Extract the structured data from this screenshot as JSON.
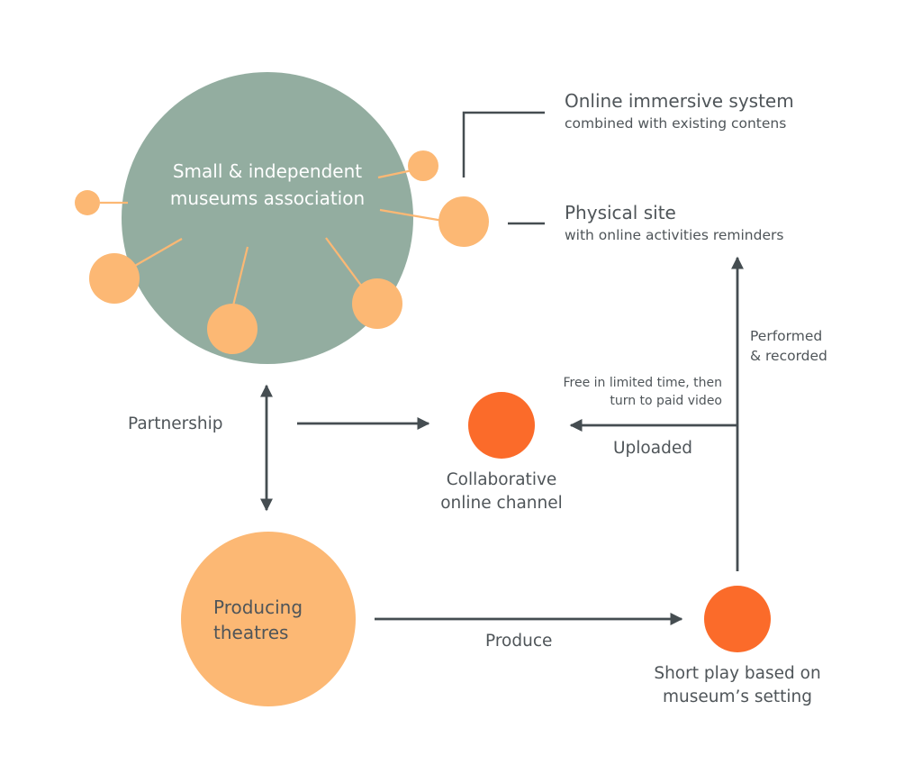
{
  "colors": {
    "text": "#4f5559",
    "white_text": "#ffffff",
    "museum_circle": "#93ada0",
    "light_orange": "#fcb874",
    "dark_orange": "#fb6b2a",
    "line": "#454d51"
  },
  "nodes": {
    "museums": {
      "line1": "Small & independent",
      "line2": "museums association"
    },
    "online_system": {
      "title": "Online immersive system",
      "subtitle": "combined with existing contens"
    },
    "physical_site": {
      "title": "Physical site",
      "subtitle": "with online activities reminders"
    },
    "channel": {
      "line1": "Collaborative",
      "line2": "online channel"
    },
    "theatres": {
      "line1": "Producing",
      "line2": "theatres"
    },
    "short_play": {
      "line1": "Short play based on",
      "line2": "museum’s setting"
    }
  },
  "edges": {
    "partnership": "Partnership",
    "produce": "Produce",
    "uploaded": "Uploaded",
    "performed": {
      "line1": "Performed",
      "line2": "& recorded"
    },
    "free": {
      "line1": "Free in limited time, then",
      "line2": "turn to paid video"
    }
  }
}
